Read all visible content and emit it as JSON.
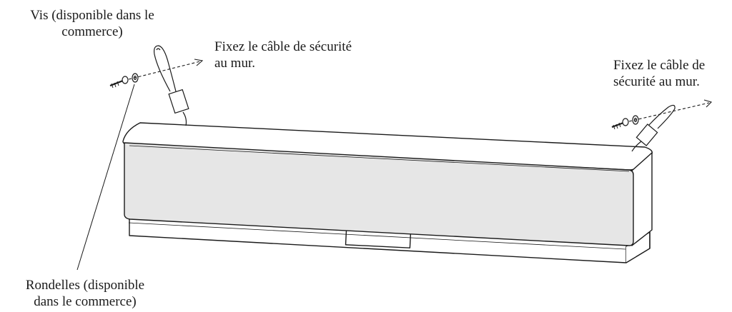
{
  "labels": {
    "screw": [
      "Vis (disponible dans le",
      "commerce)"
    ],
    "washers": [
      "Rondelles (disponible",
      "dans le commerce)"
    ],
    "cable_left": [
      "Fixez le câble de sécurité",
      "au mur."
    ],
    "cable_right": [
      "Fixez le câble de",
      "sécurité au mur."
    ]
  },
  "colors": {
    "line": "#1a1a1a",
    "front_face": "#e6e6e6",
    "body": "#ffffff",
    "background": "#ffffff"
  }
}
